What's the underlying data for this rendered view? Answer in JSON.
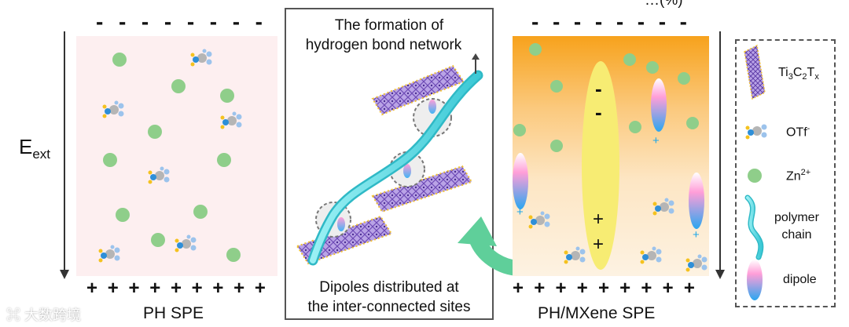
{
  "top_right_clip": "…(%)",
  "left_panel": {
    "field_label": "E",
    "field_sub": "ext",
    "minus_signs": [
      "-",
      "-",
      "-",
      "-",
      "-",
      "-",
      "-",
      "-"
    ],
    "plus_signs": [
      "+",
      "+",
      "+",
      "+",
      "+",
      "+",
      "+",
      "+",
      "+"
    ],
    "caption": "PH SPE"
  },
  "middle_panel": {
    "title_line1": "The formation of",
    "title_line2": "hydrogen bond network",
    "caption_line1": "Dipoles distributed at",
    "caption_line2": "the inter-connected sites"
  },
  "right_panel": {
    "minus_signs": [
      "-",
      "-",
      "-",
      "-",
      "-",
      "-",
      "-",
      "-"
    ],
    "plus_signs": [
      "+",
      "+",
      "+",
      "+",
      "+",
      "+",
      "+",
      "+",
      "+"
    ],
    "caption": "PH/MXene SPE",
    "big_dipole_minus": "-",
    "big_dipole_plus": "+",
    "small_dipole_plus": "+"
  },
  "legend": {
    "mxene": "Ti",
    "mxene_sub1": "3",
    "mxene_mid": "C",
    "mxene_sub2": "2",
    "mxene_end": "T",
    "mxene_sub3": "x",
    "otf": "OTf",
    "otf_sup": "-",
    "zn": "Zn",
    "zn_sup": "2+",
    "polymer_line1": "polymer",
    "polymer_line2": "chain",
    "dipole": "dipole"
  },
  "watermark": "大数跨境",
  "colors": {
    "zn_green": "#8fce8a",
    "left_bg": "#fdeff0",
    "chain_cyan": "#4fd8e0",
    "arrow_green": "#5fcf9a",
    "orange_top": "#f7a21c",
    "dipole_yellow": "#f7ec73"
  }
}
